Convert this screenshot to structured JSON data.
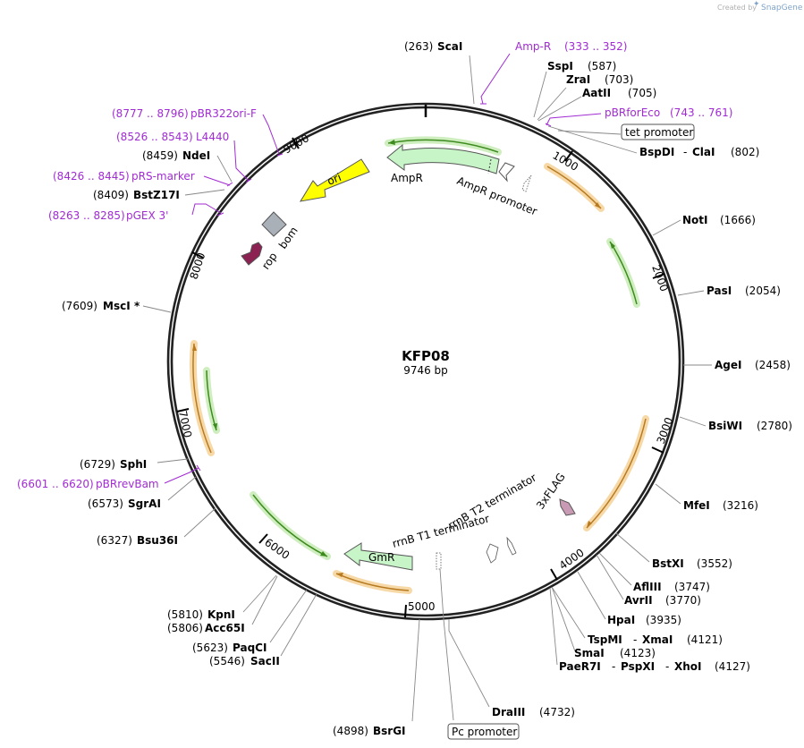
{
  "credit": {
    "prefix": "Created by",
    "brand": "SnapGene"
  },
  "plasmid": {
    "name": "KFP08",
    "length": "9746 bp"
  },
  "ticks": [
    "1000",
    "2000",
    "3000",
    "4000",
    "5000",
    "6000",
    "7000",
    "8000",
    "9000"
  ],
  "enzymes": {
    "scai": {
      "pos": "(263)",
      "name": "ScaI"
    },
    "sspi": {
      "name": "SspI",
      "pos": "(587)"
    },
    "zrai": {
      "name": "ZraI",
      "pos": "(703)"
    },
    "aatii": {
      "name": "AatII",
      "pos": "(705)"
    },
    "bspdi": {
      "name": "BspDI",
      "sep": "-",
      "name2": "ClaI",
      "pos": "(802)"
    },
    "noti": {
      "name": "NotI",
      "pos": "(1666)"
    },
    "pasi": {
      "name": "PasI",
      "pos": "(2054)"
    },
    "agei": {
      "name": "AgeI",
      "pos": "(2458)"
    },
    "bsiwi": {
      "name": "BsiWI",
      "pos": "(2780)"
    },
    "mfei": {
      "name": "MfeI",
      "pos": "(3216)"
    },
    "bstxi": {
      "name": "BstXI",
      "pos": "(3552)"
    },
    "aflii": {
      "name": "AflIII",
      "pos": "(3747)"
    },
    "avrii": {
      "name": "AvrII",
      "pos": "(3770)"
    },
    "hpai": {
      "name": "HpaI",
      "pos": "(3935)"
    },
    "tspmi": {
      "name": "TspMI",
      "sep": "-",
      "name2": "XmaI",
      "pos": "(4121)"
    },
    "smai": {
      "name": "SmaI",
      "pos": "(4123)"
    },
    "paer7i": {
      "name": "PaeR7I",
      "sep": "-",
      "name2": "PspXI",
      "sep2": "-",
      "name3": "XhoI",
      "pos": "(4127)"
    },
    "draiii": {
      "name": "DraIII",
      "pos": "(4732)"
    },
    "bsrgi": {
      "pos": "(4898)",
      "name": "BsrGI"
    },
    "sacii": {
      "pos": "(5546)",
      "name": "SacII"
    },
    "paqci": {
      "pos": "(5623)",
      "name": "PaqCI"
    },
    "acc65i": {
      "pos": "(5806)",
      "name": "Acc65I"
    },
    "kpni": {
      "pos": "(5810)",
      "name": "KpnI"
    },
    "bsu36i": {
      "pos": "(6327)",
      "name": "Bsu36I"
    },
    "sgrai": {
      "pos": "(6573)",
      "name": "SgrAI"
    },
    "sphi": {
      "pos": "(6729)",
      "name": "SphI"
    },
    "msci": {
      "pos": "(7609)",
      "name": "MscI",
      "star": "*"
    },
    "bstz17i": {
      "pos": "(8409)",
      "name": "BstZ17I"
    },
    "ndei": {
      "pos": "(8459)",
      "name": "NdeI"
    }
  },
  "primers": {
    "ampr": {
      "name": "Amp-R",
      "range": "(333 .. 352)"
    },
    "pbrforeco": {
      "name": "pBRforEco",
      "range": "(743 .. 761)"
    },
    "pbr322ori": {
      "range": "(8777 .. 8796)",
      "name": "pBR322ori-F"
    },
    "l4440": {
      "range": "(8526 .. 8543)",
      "name": "L4440"
    },
    "prsmarker": {
      "range": "(8426 .. 8445)",
      "name": "pRS-marker"
    },
    "pgex3": {
      "range": "(8263 .. 8285)",
      "name": "pGEX 3'"
    },
    "pbrrevbam": {
      "range": "(6601 .. 6620)",
      "name": "pBRrevBam"
    }
  },
  "features": {
    "ori": "ori",
    "ampr": "AmpR",
    "ampr_promoter": "AmpR promoter",
    "rop": "rop",
    "bom": "bom",
    "gmr": "GmR",
    "flag": "3xFLAG",
    "rrnb_t2": "rrnB T2 terminator",
    "rrnb_t1": "rrnB T1 terminator",
    "tet_promoter": "tet promoter",
    "pc_promoter": "Pc promoter"
  },
  "colors": {
    "primer": "#a12bd3",
    "ori": "#ffff00",
    "ampr": "#c8f5c8",
    "rop": "#8b2252",
    "bom": "#a9b0b8",
    "orf_orange": "#f4b45a",
    "orf_green": "#8fd96b"
  }
}
